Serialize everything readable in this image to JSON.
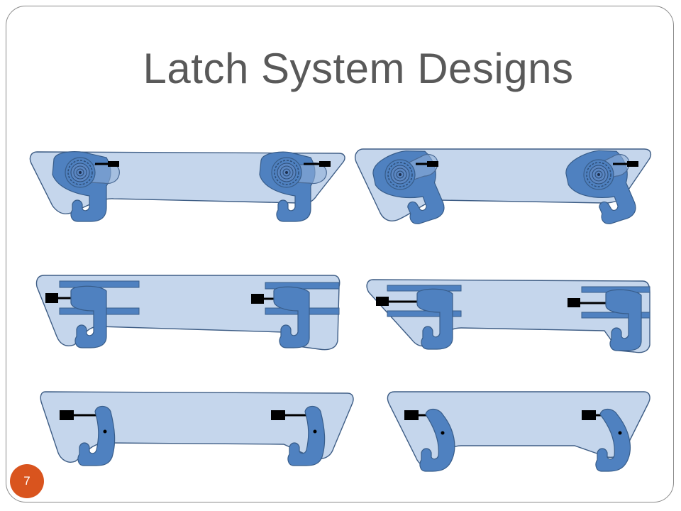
{
  "slide": {
    "title": "Latch System Designs",
    "page_number": "7"
  },
  "colors": {
    "panel_fill": "#c5d6ec",
    "latch_fill": "#4f81c0",
    "badge": "#d9541e",
    "title_text": "#595959"
  },
  "diagrams": [
    {
      "name": "rotary-ratchet-latch-straight",
      "row": 1,
      "column": "left"
    },
    {
      "name": "rotary-ratchet-latch-angled",
      "row": 1,
      "column": "right"
    },
    {
      "name": "sliding-rail-latch-straight",
      "row": 2,
      "column": "left"
    },
    {
      "name": "sliding-rail-latch-angled",
      "row": 2,
      "column": "right"
    },
    {
      "name": "pivot-hook-latch-straight",
      "row": 3,
      "column": "left"
    },
    {
      "name": "pivot-hook-latch-angled",
      "row": 3,
      "column": "right"
    }
  ]
}
